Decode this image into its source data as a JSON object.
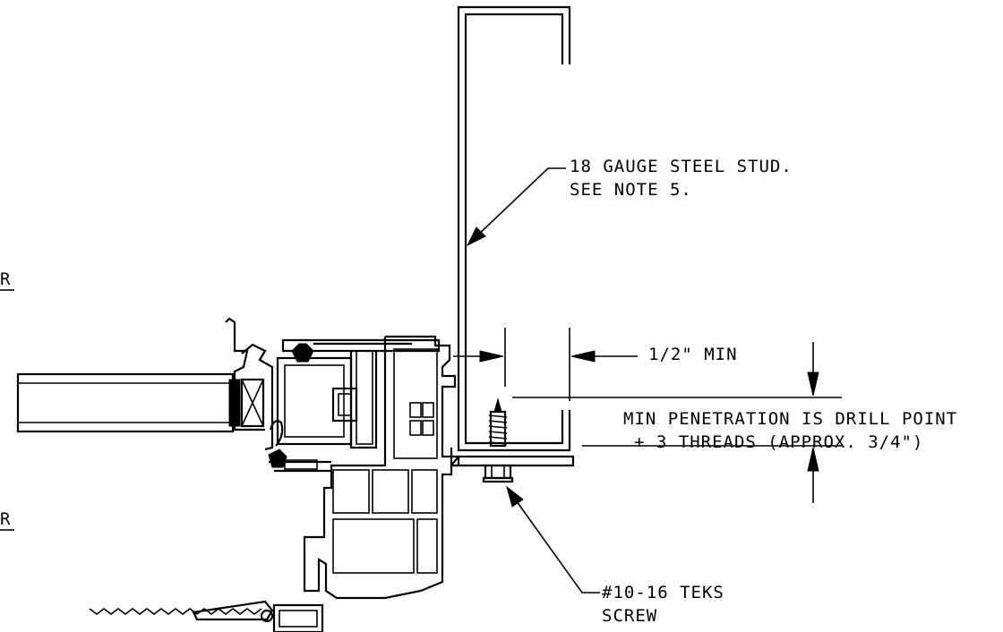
{
  "labels": {
    "stud_line1": "18 GAUGE STEEL STUD.",
    "stud_line2": "SEE NOTE 5.",
    "dimension": "1/2\" MIN",
    "penetration_line1": "MIN PENETRATION IS DRILL POINT",
    "penetration_line2": "+ 3 THREADS (APPROX. 3/4\")",
    "screw_line1": "#10-16 TEKS",
    "screw_line2": "SCREW",
    "edge_letter_upper": "R",
    "edge_letter_lower": "R"
  }
}
